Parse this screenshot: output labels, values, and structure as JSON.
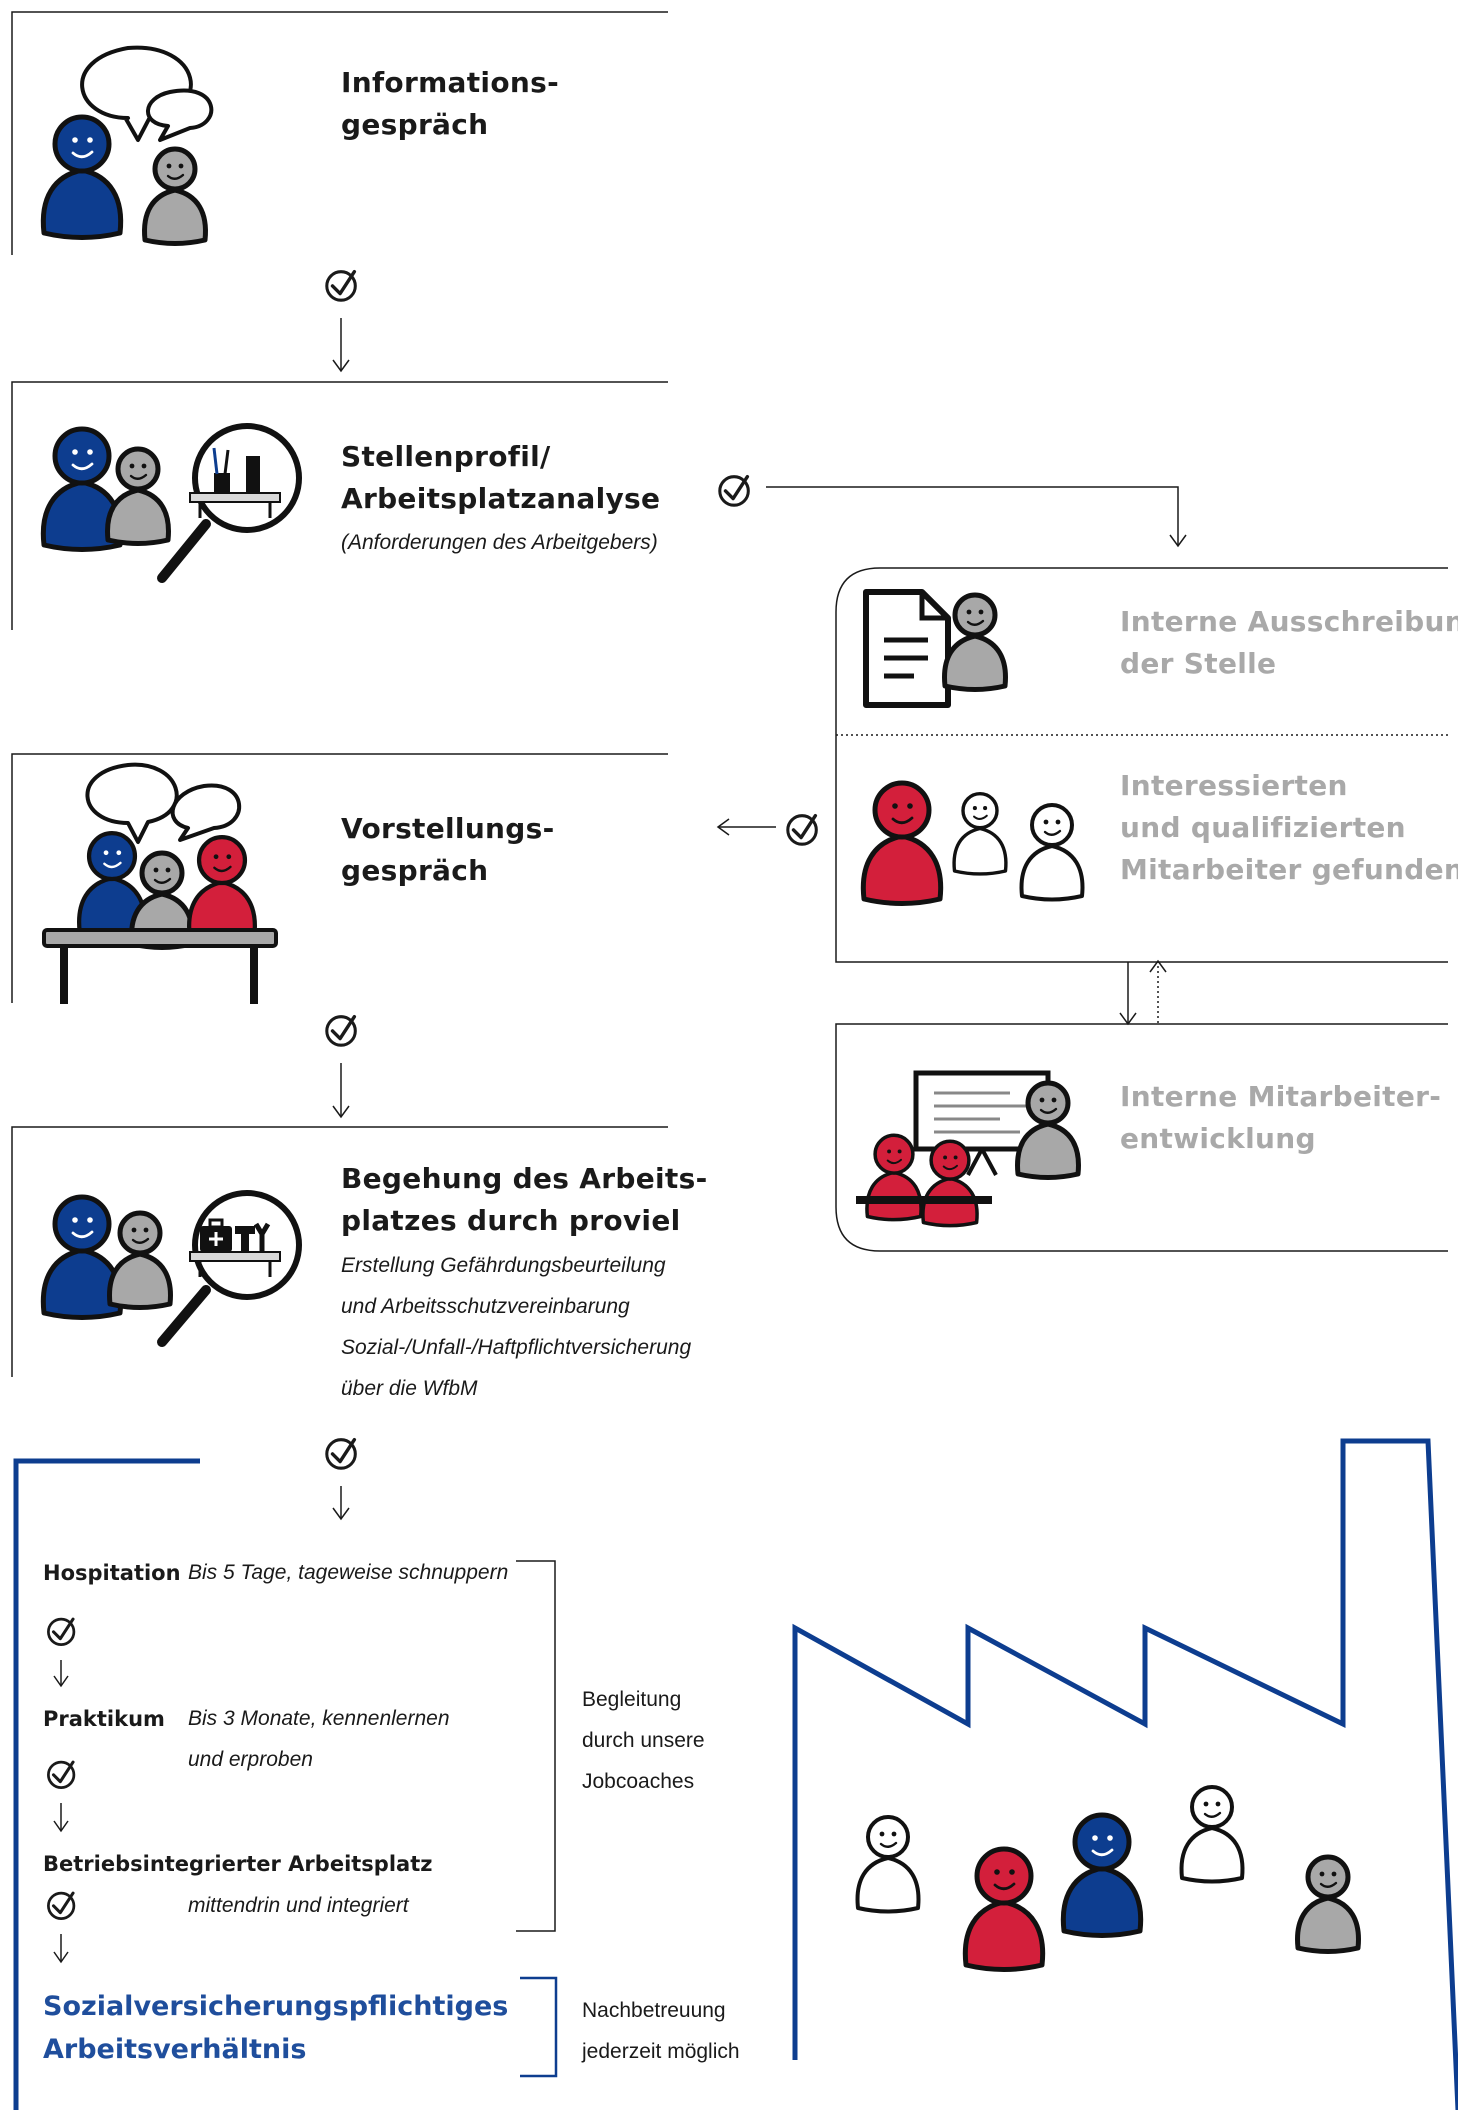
{
  "colors": {
    "blue": "#0d3d8f",
    "red": "#d31f3b",
    "gray": "#a8a8a8",
    "accent_text": "#1f4e9c",
    "muted_text": "#a9a9a9"
  },
  "steps": [
    {
      "title_1": "Informations-",
      "title_2": "gespräch",
      "icon": "speech-conversation-icon"
    },
    {
      "title_1": "Stellenprofil/",
      "title_2": "Arbeitsplatzanalyse",
      "note": "(Anforderungen des Arbeitgebers)",
      "icon": "magnifier-shelf-icon"
    },
    {
      "title_1": "Vorstellungs-",
      "title_2": "gespräch",
      "icon": "interview-table-icon"
    },
    {
      "title_1": "Begehung des Arbeits-",
      "title_2": "platzes durch proviel",
      "notes": [
        "Erstellung Gefährdungsbeurteilung",
        "und Arbeitsschutzvereinbarung",
        "Sozial-/Unfall-/Haftpflichtversicherung",
        "über die WfbM"
      ],
      "icon": "magnifier-toolbox-icon"
    }
  ],
  "internal": {
    "posting": {
      "line_1": "Interne Ausschreibung",
      "line_2": "der Stelle",
      "icon": "document-person-icon"
    },
    "found": {
      "line_1": "Interessierten",
      "line_2": "und qualifizierten",
      "line_3": "Mitarbeiter gefunden",
      "icon": "three-people-icon"
    },
    "development": {
      "line_1": "Interne Mitarbeiter-",
      "line_2": "entwicklung",
      "icon": "presentation-board-icon"
    }
  },
  "placement": {
    "hospitation": {
      "label": "Hospitation",
      "desc": "Bis 5 Tage, tageweise schnuppern"
    },
    "praktikum": {
      "label": "Praktikum",
      "desc_1": "Bis 3 Monate, kennenlernen",
      "desc_2": "und erproben"
    },
    "betrieb": {
      "label": "Betriebsintegrierter Arbeitsplatz",
      "desc": "mittendrin und integriert"
    },
    "final_1": "Sozialversicherungspflichtiges",
    "final_2": "Arbeitsverhältnis",
    "support_1": "Begleitung",
    "support_2": "durch unsere",
    "support_3": "Jobcoaches",
    "after_1": "Nachbetreuung",
    "after_2": "jederzeit möglich"
  }
}
